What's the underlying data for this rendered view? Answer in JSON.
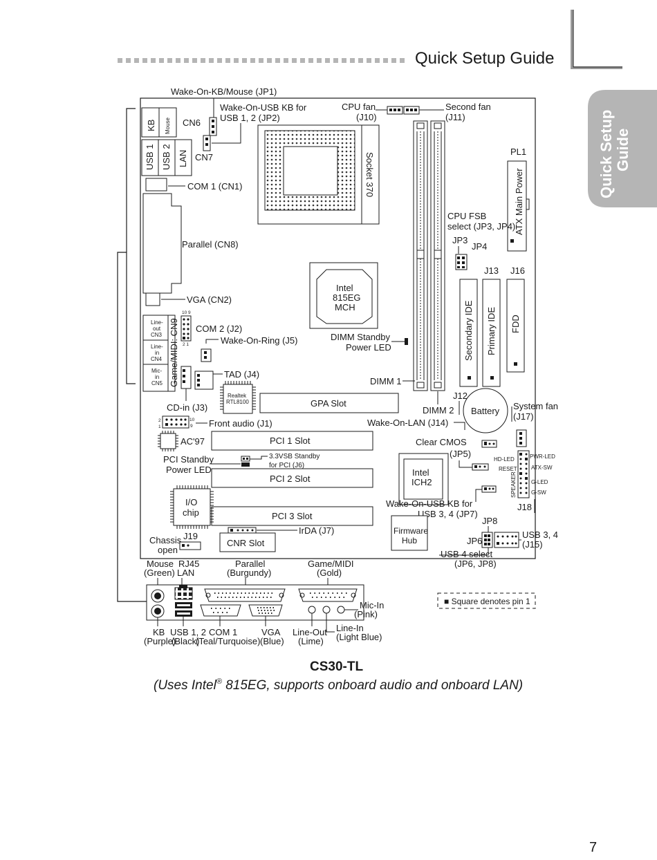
{
  "header": {
    "title": "Quick Setup Guide"
  },
  "side_tab": {
    "line1": "Quick Setup",
    "line2": "Guide"
  },
  "page_number": "7",
  "caption": {
    "model": "CS30-TL",
    "subtitle_prefix": "(Uses Intel",
    "subtitle_suffix": " 815EG, supports onboard audio and onboard LAN)",
    "registered": "®"
  },
  "labels": {
    "wake_kb_mouse": "Wake-On-KB/Mouse (JP1)",
    "wake_usb_kb_1": "Wake-On-USB KB for",
    "wake_usb_kb_2": "USB 1, 2 (JP2)",
    "cpu_fan_1": "CPU fan",
    "cpu_fan_2": "(J10)",
    "second_fan_1": "Second fan",
    "second_fan_2": "(J11)",
    "kb": "KB",
    "mouse": "Mouse",
    "cn6": "CN6",
    "usb1": "USB 1",
    "usb2": "USB 2",
    "lan": "LAN",
    "cn7": "CN7",
    "com1": "COM 1 (CN1)",
    "socket": "Socket 370",
    "pl1": "PL1",
    "atx_power": "ATX Main Power",
    "cpu_fsb_1": "CPU FSB",
    "cpu_fsb_2": "select (JP3, JP4)",
    "jp3": "JP3",
    "jp4": "JP4",
    "parallel": "Parallel (CN8)",
    "mch_1": "Intel",
    "mch_2": "815EG",
    "mch_3": "MCH",
    "j13": "J13",
    "j16": "J16",
    "secondary_ide": "Secondary IDE",
    "primary_ide": "Primary IDE",
    "fdd": "FDD",
    "vga_cn2": "VGA (CN2)",
    "pin_10_9": "10 9",
    "pin_2_1": "2 1",
    "line_out_1": "Line-",
    "line_out_2": "out",
    "line_out_3": "CN3",
    "line_in_1": "Line-",
    "line_in_2": "in",
    "line_in_3": "CN4",
    "mic_in_1": "Mic-",
    "mic_in_2": "in",
    "mic_in_3": "CN5",
    "game_midi_cn9": "Game/MIDI: CN9",
    "com2": "COM 2 (J2)",
    "wake_ring": "Wake-On-Ring (J5)",
    "dimm_standby_1": "DIMM Standby",
    "dimm_standby_2": "Power LED",
    "tad": "TAD (J4)",
    "dimm1": "DIMM 1",
    "realtek_1": "Realtek",
    "realtek_2": "RTL8100",
    "gpa_slot": "GPA Slot",
    "j12": "J12",
    "battery": "Battery",
    "system_fan_1": "System fan",
    "system_fan_2": "(J17)",
    "cd_in": "CD-in (J3)",
    "dimm2": "DIMM 2",
    "pin_2": "2",
    "pin_1": "1",
    "pin_10": "10",
    "pin_9": "9",
    "front_audio": "Front audio (J1)",
    "wake_lan": "Wake-On-LAN (J14)",
    "ac97": "AC'97",
    "pci1": "PCI 1 Slot",
    "clear_cmos_1": "Clear CMOS",
    "clear_cmos_2": "(JP5)",
    "pci_standby_1": "PCI Standby",
    "pci_standby_2": "Power LED",
    "vsb_1": "3.3VSB Standby",
    "vsb_2": "for PCI (J6)",
    "hd_led": "HD-LED",
    "pwr_led": "PWR-LED",
    "reset": "RESET",
    "atx_sw": "ATX-SW",
    "speaker": "SPEAKER",
    "g_led": "G-LED",
    "g_sw": "G-SW",
    "pci2": "PCI 2 Slot",
    "ich2_1": "Intel",
    "ich2_2": "ICH2",
    "io_1": "I/O",
    "io_2": "chip",
    "wake_usb34_1": "Wake-On-USB KB for",
    "wake_usb34_2": "USB 3, 4 (JP7)",
    "j18": "J18",
    "pci3": "PCI 3 Slot",
    "jp8": "JP8",
    "irda": "IrDA (J7)",
    "firmware_1": "Firmware",
    "firmware_2": "Hub",
    "chassis_1": "Chassis",
    "chassis_2": "open",
    "j19": "J19",
    "cnr_slot": "CNR Slot",
    "jp6": "JP6",
    "usb34_1": "USB 3, 4",
    "usb34_2": "(J15)",
    "usb4_sel_1": "USB 4 select",
    "usb4_sel_2": "(JP6, JP8)",
    "port_mouse_1": "Mouse",
    "port_mouse_2": "(Green)",
    "port_rj45_1": "RJ45",
    "port_rj45_2": "LAN",
    "port_parallel_1": "Parallel",
    "port_parallel_2": "(Burgundy)",
    "port_game_1": "Game/MIDI",
    "port_game_2": "(Gold)",
    "port_mic_1": "Mic-In",
    "port_mic_2": "(Pink)",
    "square_note": "■ Square denotes pin 1",
    "port_line_in_1": "Line-In",
    "port_line_in_2": "(Light Blue)",
    "port_kb_1": "KB",
    "port_kb_2": "(Purple)",
    "port_usb12_1": "USB 1, 2",
    "port_usb12_2": "(Black)",
    "port_com1_1": "COM 1",
    "port_com1_2": "(Teal/Turquoise)",
    "port_vga_1": "VGA",
    "port_vga_2": "(Blue)",
    "port_lineout_1": "Line-Out",
    "port_lineout_2": "(Lime)"
  }
}
